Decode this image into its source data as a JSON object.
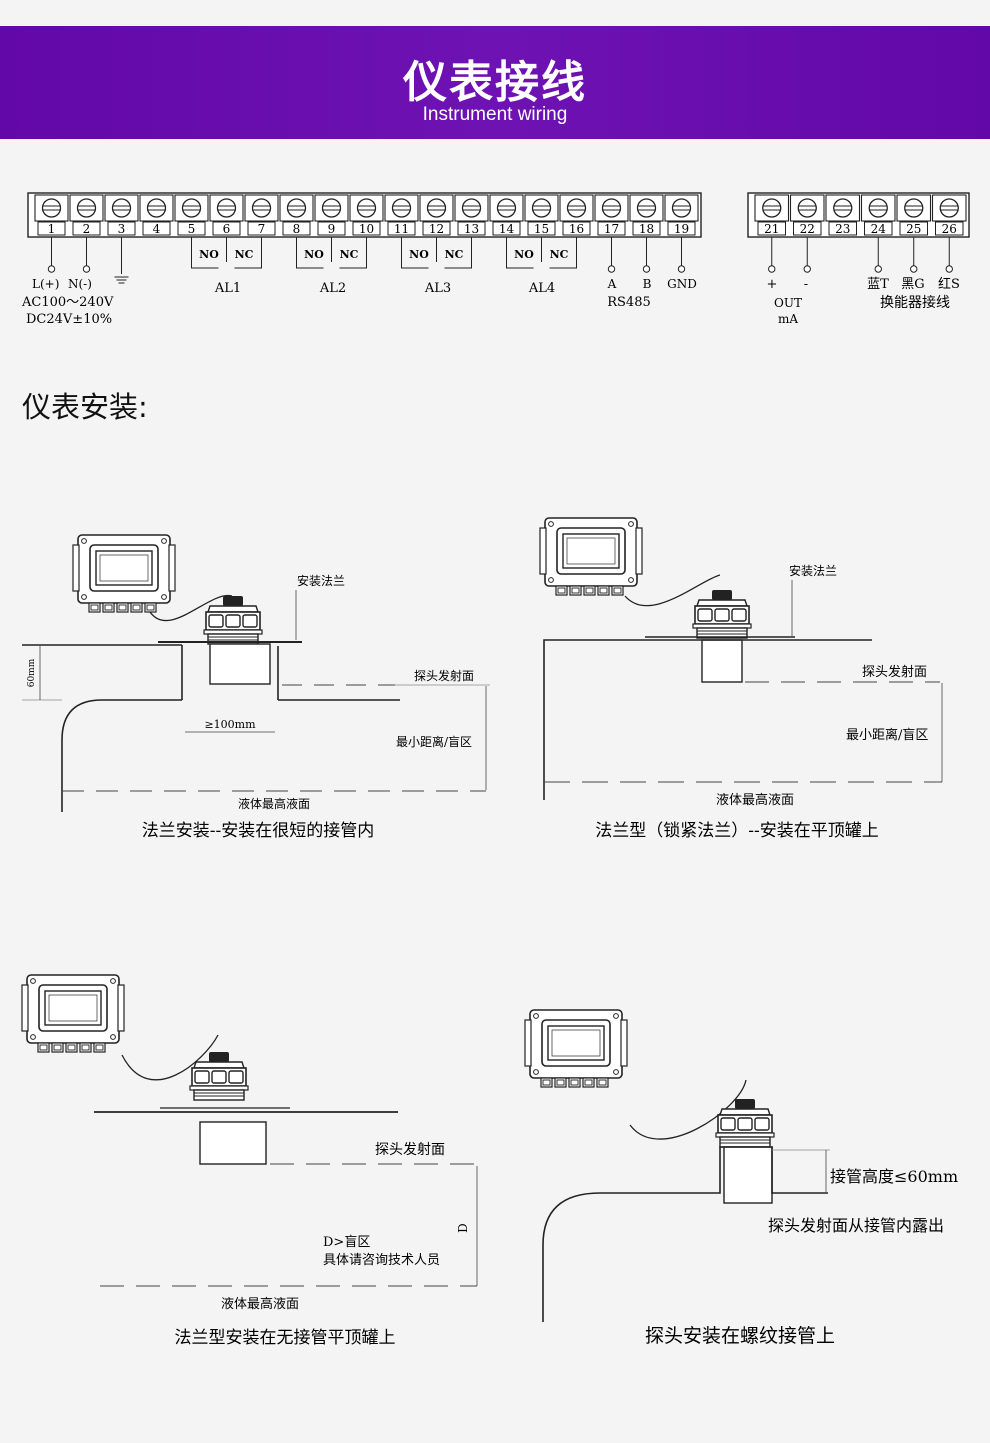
{
  "header": {
    "title": "仪表接线",
    "subtitle": "Instrument wiring"
  },
  "wiring": {
    "terminals_left": [
      "1",
      "2",
      "3",
      "4",
      "5",
      "6",
      "7",
      "8",
      "9",
      "10",
      "11",
      "12",
      "13",
      "14",
      "15",
      "16",
      "17",
      "18",
      "19"
    ],
    "terminals_right": [
      "21",
      "22",
      "23",
      "24",
      "25",
      "26"
    ],
    "power": {
      "l": "L(+)",
      "n": "N(-)",
      "ac": "AC100～240V",
      "dc": "DC24V±10%"
    },
    "relay": {
      "no": "NO",
      "nc": "NC",
      "alarms": [
        "AL1",
        "AL2",
        "AL3",
        "AL4"
      ]
    },
    "rs485": {
      "a": "A",
      "b": "B",
      "gnd": "GND",
      "label": "RS485"
    },
    "output": {
      "plus": "+",
      "minus": "-",
      "out": "OUT",
      "ma": "mA"
    },
    "transducer": {
      "blue": "蓝T",
      "black": "黑G",
      "red": "红S",
      "label": "换能器接线"
    }
  },
  "install": {
    "title": "仪表安装:",
    "d1": {
      "flange": "安装法兰",
      "dim_60": "60mm",
      "face": "探头发射面",
      "min100": "≥100mm",
      "blind": "最小距离/盲区",
      "liquid": "液体最高液面",
      "caption": "法兰安装--安装在很短的接管内"
    },
    "d2": {
      "flange": "安装法兰",
      "face": "探头发射面",
      "blind": "最小距离/盲区",
      "liquid": "液体最高液面",
      "caption": "法兰型（锁紧法兰）--安装在平顶罐上"
    },
    "d3": {
      "face": "探头发射面",
      "d": "D",
      "d_blind": "D>盲区",
      "consult": "具体请咨询技术人员",
      "liquid": "液体最高液面",
      "caption": "法兰型安装在无接管平顶罐上"
    },
    "d4": {
      "pipe": "接管高度≤60mm",
      "expose": "探头发射面从接管内露出",
      "caption": "探头安装在螺纹接管上"
    }
  }
}
